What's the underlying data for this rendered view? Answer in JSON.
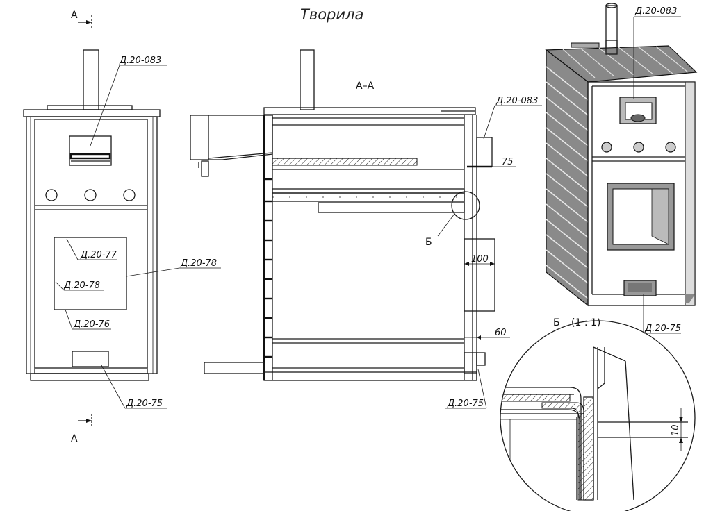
{
  "title": "Творила",
  "section_label": "А–А",
  "section_marks": {
    "top": "А",
    "bottom": "А"
  },
  "front_view_labels": {
    "chimney": "Д.20-083",
    "frame_77": "Д.20-77",
    "frame_78_inner": "Д.20-78",
    "frame_78_outer": "Д.20-78",
    "frame_76": "Д.20-76",
    "ash_door": "Д.20-75"
  },
  "section_view_labels": {
    "chimney": "Д.20-083",
    "dim_75": "75",
    "detail_mark": "Б",
    "dim_100": "100",
    "dim_60": "60",
    "ash_door": "Д.20-75"
  },
  "iso_view_labels": {
    "chimney": "Д.20-083",
    "ash_door": "Д.20-75"
  },
  "detail": {
    "title": "Б",
    "scale": "(1 : 1)",
    "dim_10": "10"
  }
}
